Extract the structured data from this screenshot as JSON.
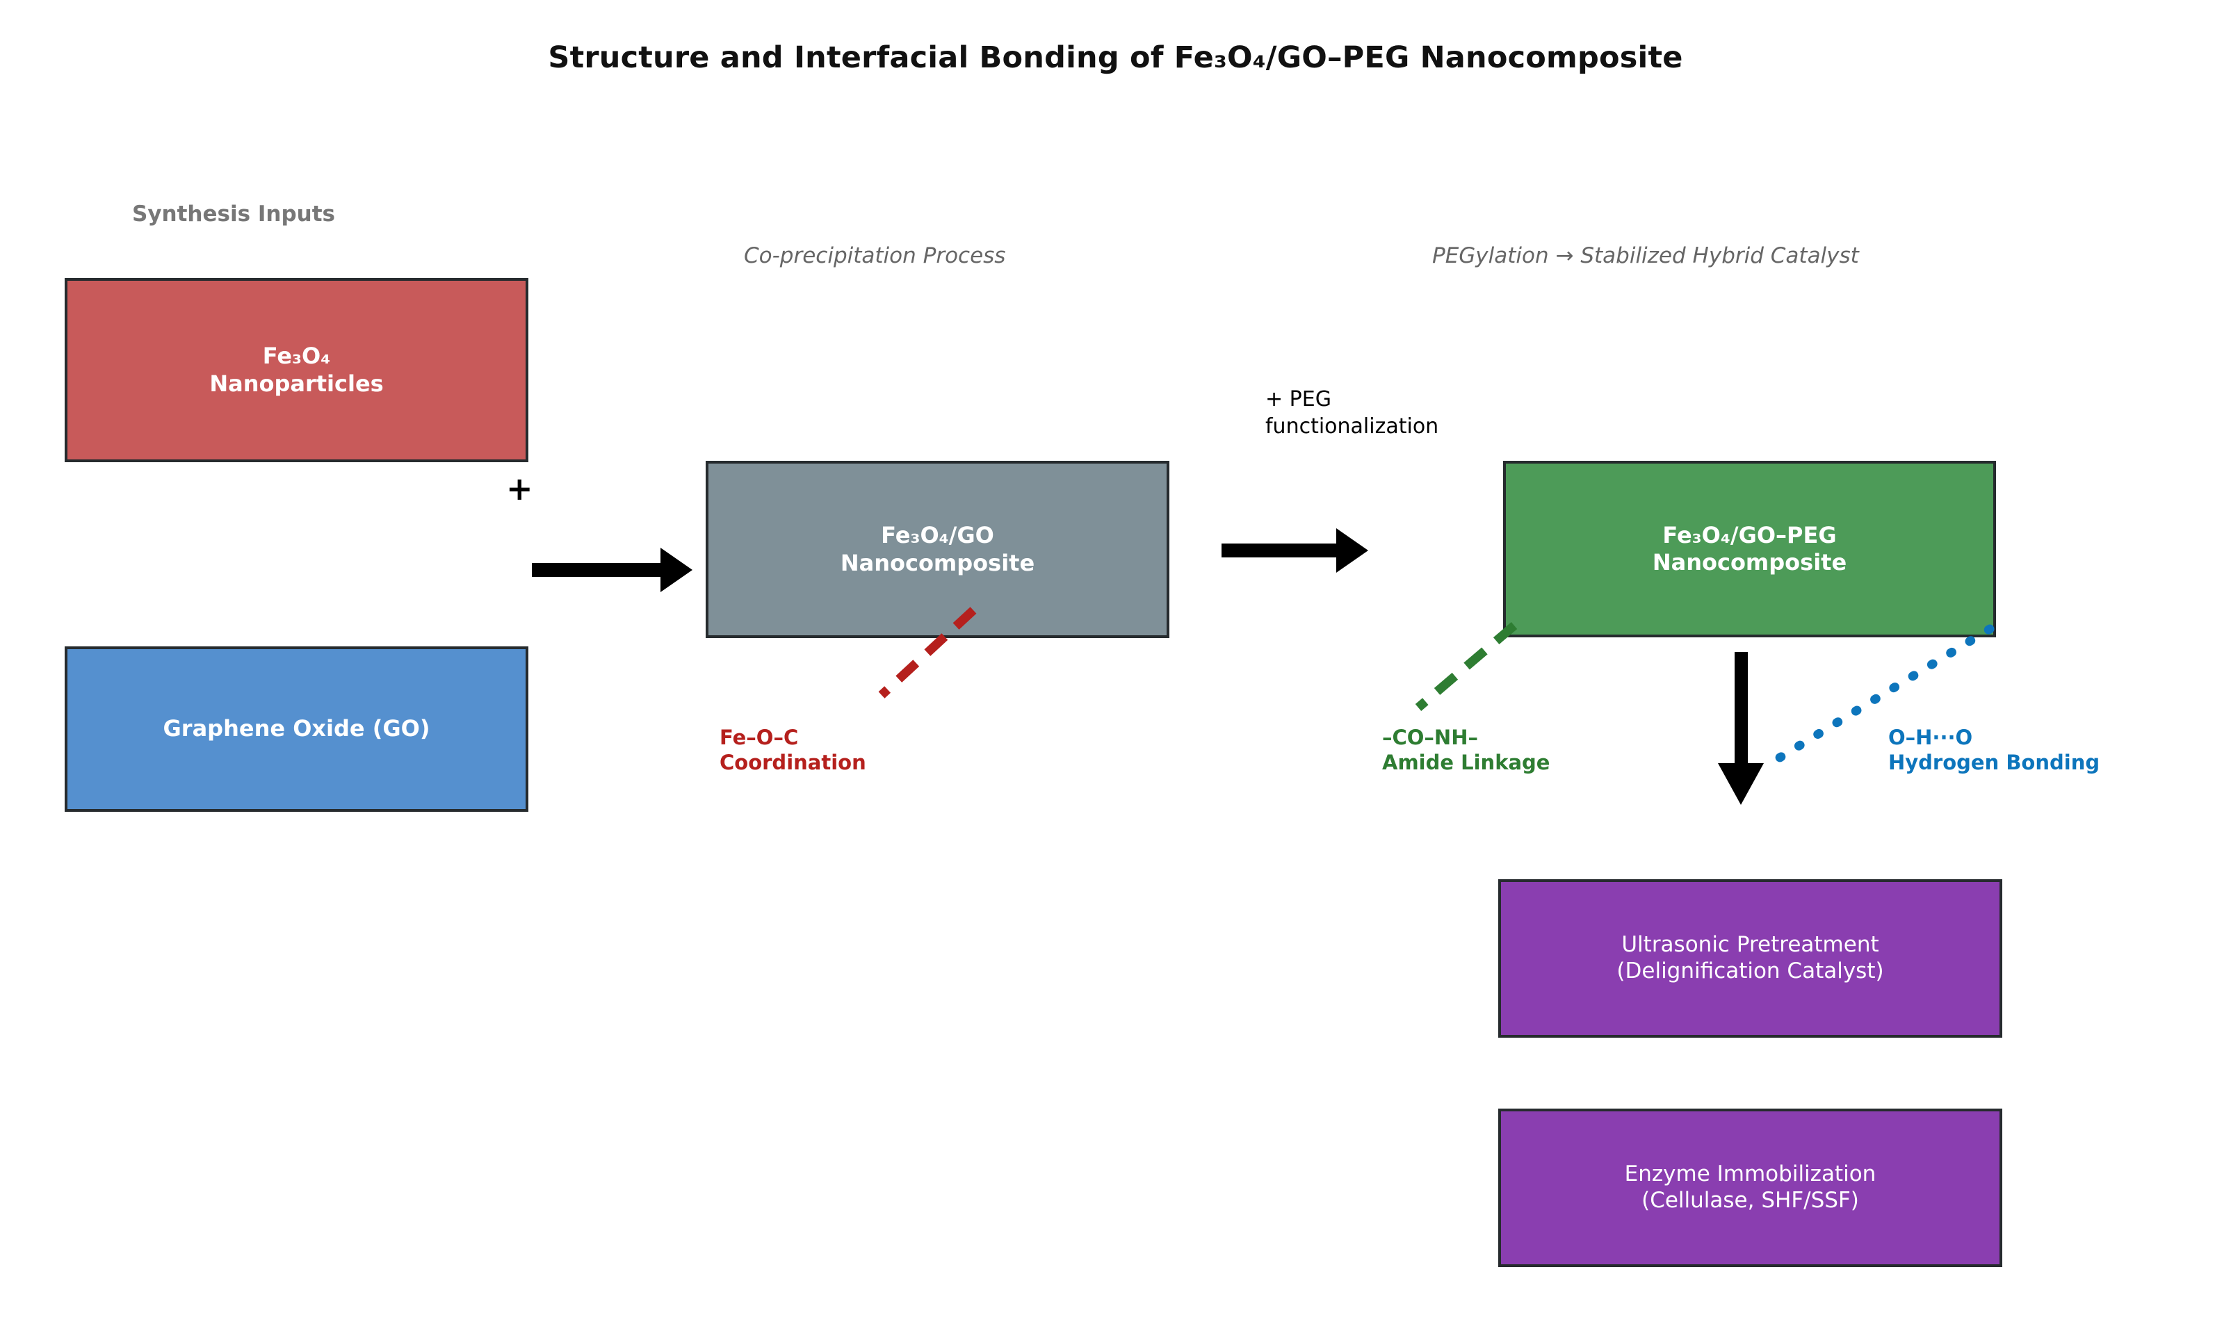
{
  "title": "Structure and Interfacial Bonding of Fe₃O₄/GO–PEG Nanocomposite",
  "sections": {
    "inputs_heading": "Synthesis Inputs",
    "process_heading": "Co-precipitation Process",
    "pegylation_heading": "PEGylation → Stabilized Hybrid Catalyst"
  },
  "boxes": {
    "fe3o4": {
      "line1": "Fe₃O₄",
      "line2": "Nanoparticles",
      "color": "#c85a5a"
    },
    "go": {
      "line1": "Graphene Oxide (GO)",
      "color": "#5590cf"
    },
    "fe3o4_go": {
      "line1": "Fe₃O₄/GO",
      "line2": "Nanocomposite",
      "color": "#7f9098"
    },
    "fe3o4_go_peg": {
      "line1": "Fe₃O₄/GO–PEG",
      "line2": "Nanocomposite",
      "color": "#4d9b58"
    },
    "ultrasonic": {
      "line1": "Ultrasonic Pretreatment",
      "line2": "(Delignification Catalyst)",
      "color": "#8a3eb0"
    },
    "enzyme": {
      "line1": "Enzyme Immobilization",
      "line2": "(Cellulase, SHF/SSF)",
      "color": "#8a3eb0"
    }
  },
  "connectors": {
    "plus": "+",
    "peg_note": "+ PEG\nfunctionalization"
  },
  "bond_labels": {
    "coordination": "Fe–O–C\nCoordination",
    "amide": "–CO–NH–\nAmide Linkage",
    "hydrogen": "O–H···O\nHydrogen Bonding"
  },
  "colors": {
    "coordination_red": "#b5201d",
    "amide_green": "#2e7d32",
    "hydrogen_blue": "#0d75bc",
    "box_border": "#262b2e",
    "heading_gray": "#777777",
    "arrow_black": "#000000",
    "background": "#ffffff"
  }
}
